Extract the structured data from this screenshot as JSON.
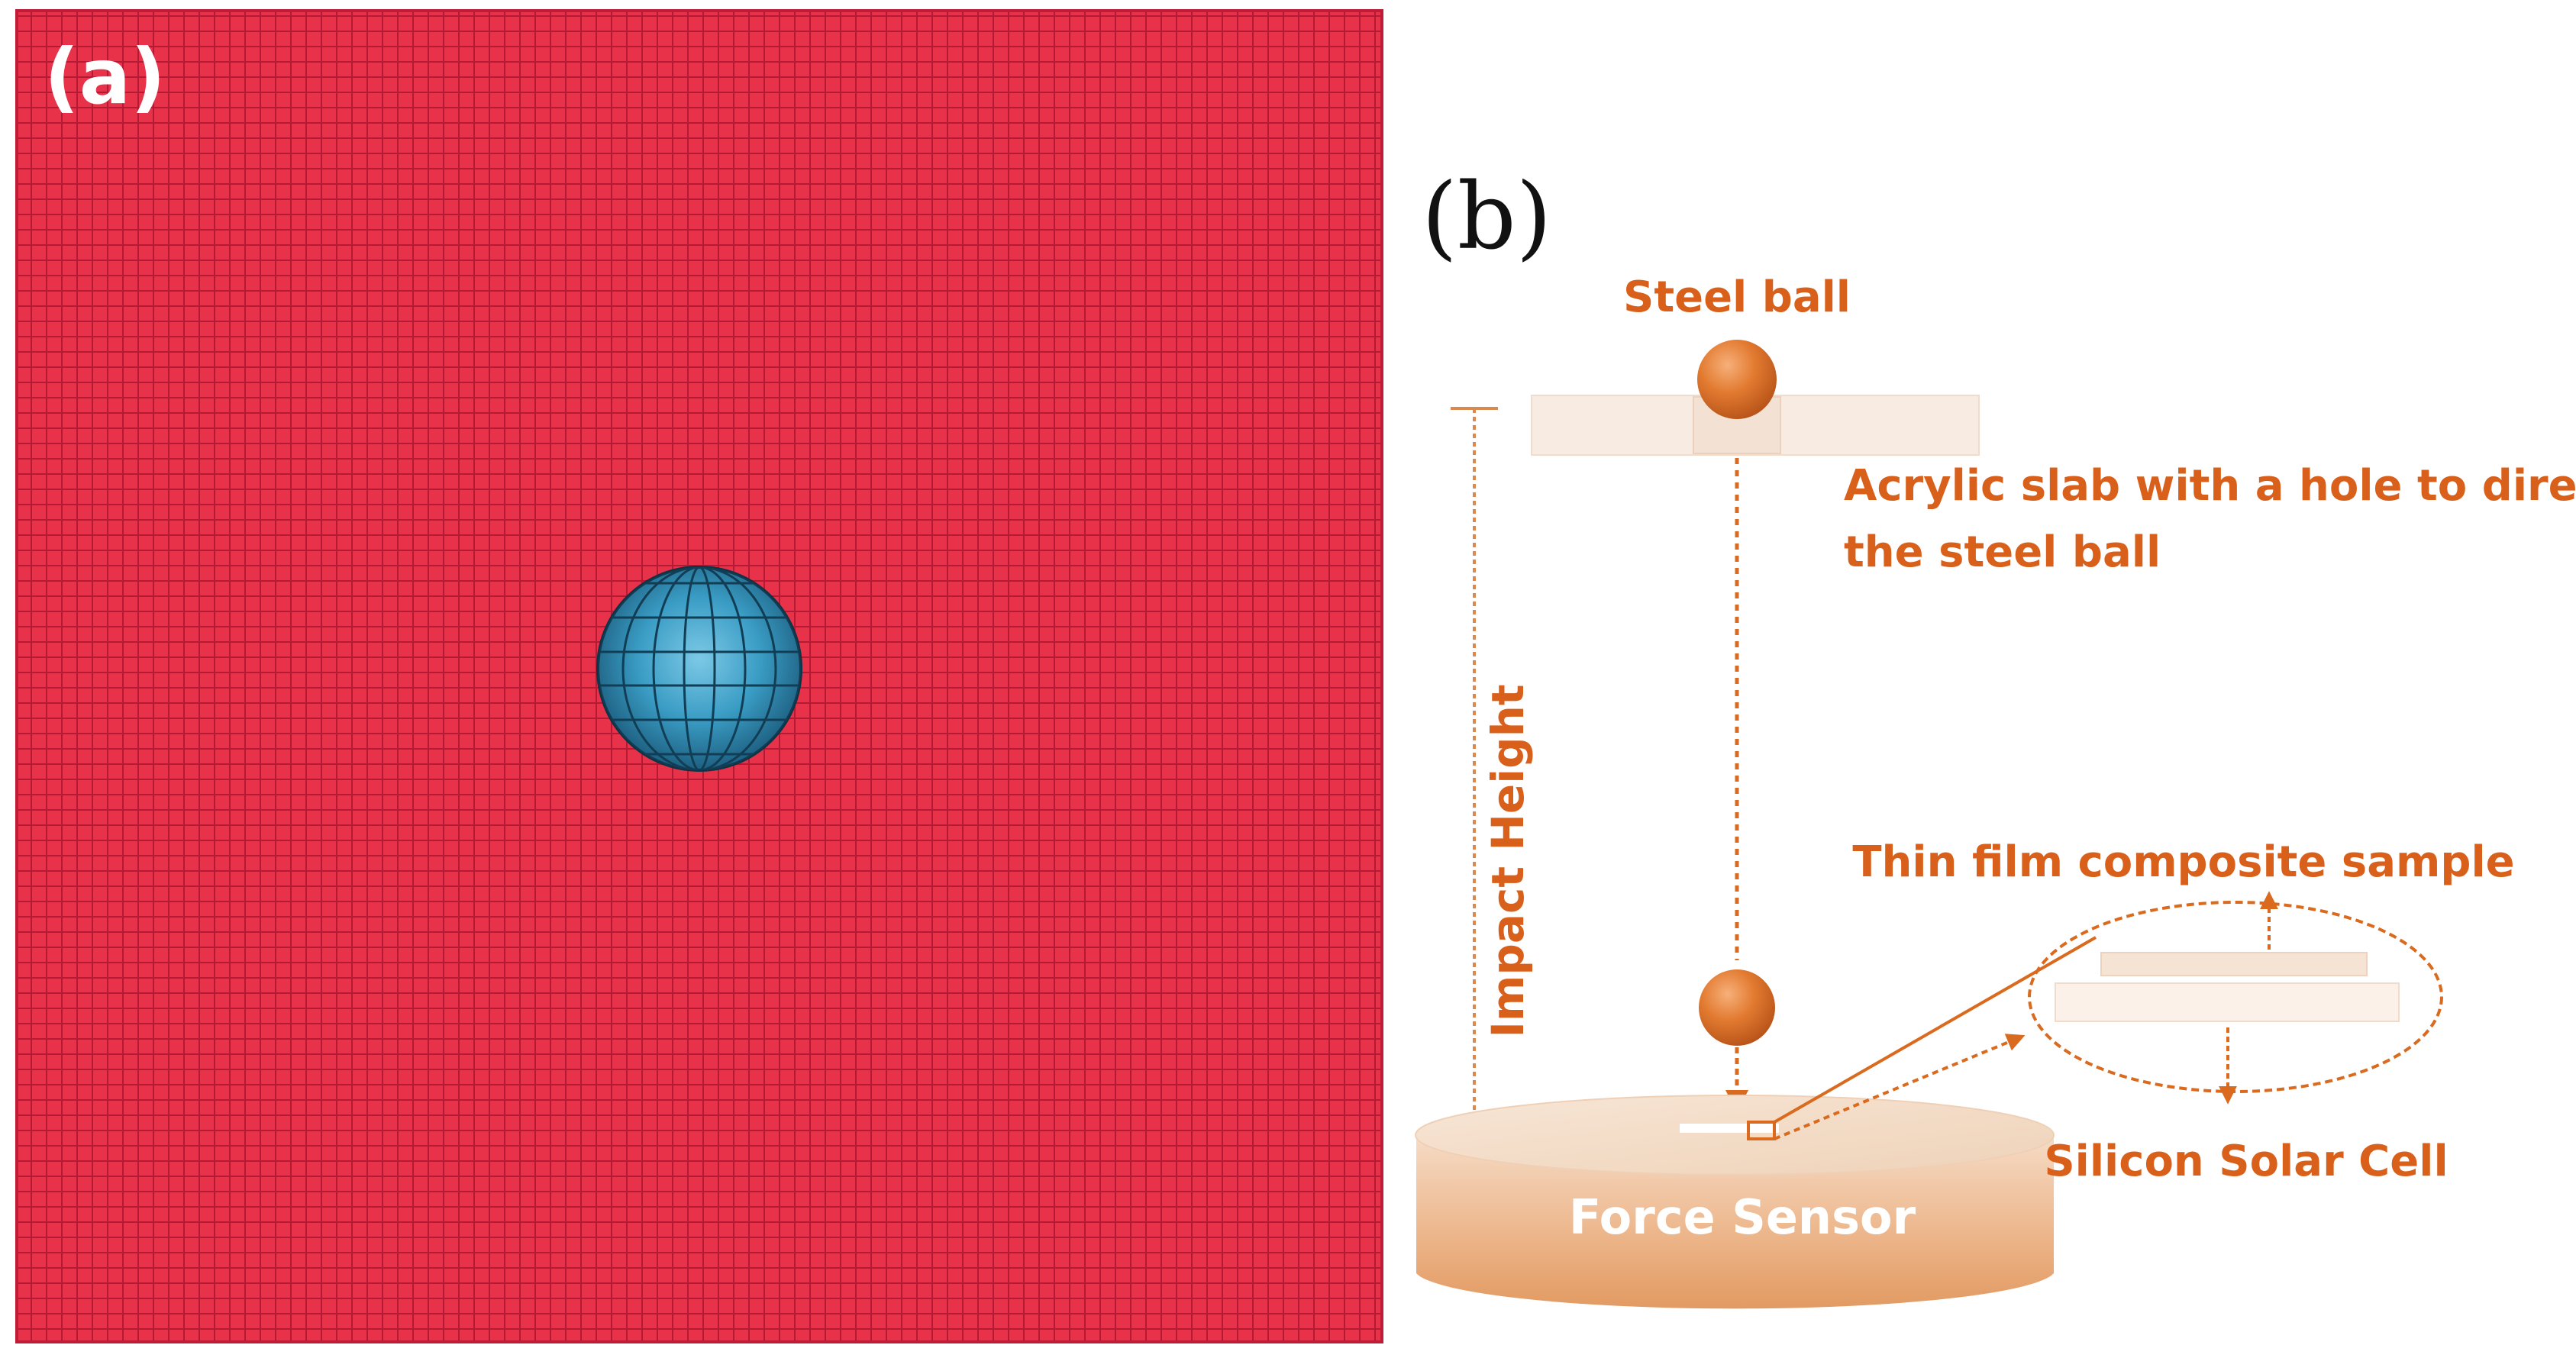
{
  "panel_a": {
    "label": "(a)"
  },
  "panel_b": {
    "label": "(b)",
    "labels": {
      "steel_ball": "Steel ball",
      "acrylic_line1": "Acrylic slab with a hole to direct",
      "acrylic_line2": "the steel ball",
      "impact_height": "Impact Height",
      "thin_film": "Thin film composite sample",
      "silicon_cell": "Silicon Solar Cell",
      "force_sensor": "Force Sensor"
    }
  },
  "colors": {
    "mesh_red": "#e8324a",
    "mesh_line": "#b81a33",
    "sphere_blue": "#2f8fb4",
    "accent_orange": "#d96a1e",
    "label_orange": "#d9601b",
    "ball_orange": "#e07a2e",
    "acrylic": "#f8ece2"
  }
}
